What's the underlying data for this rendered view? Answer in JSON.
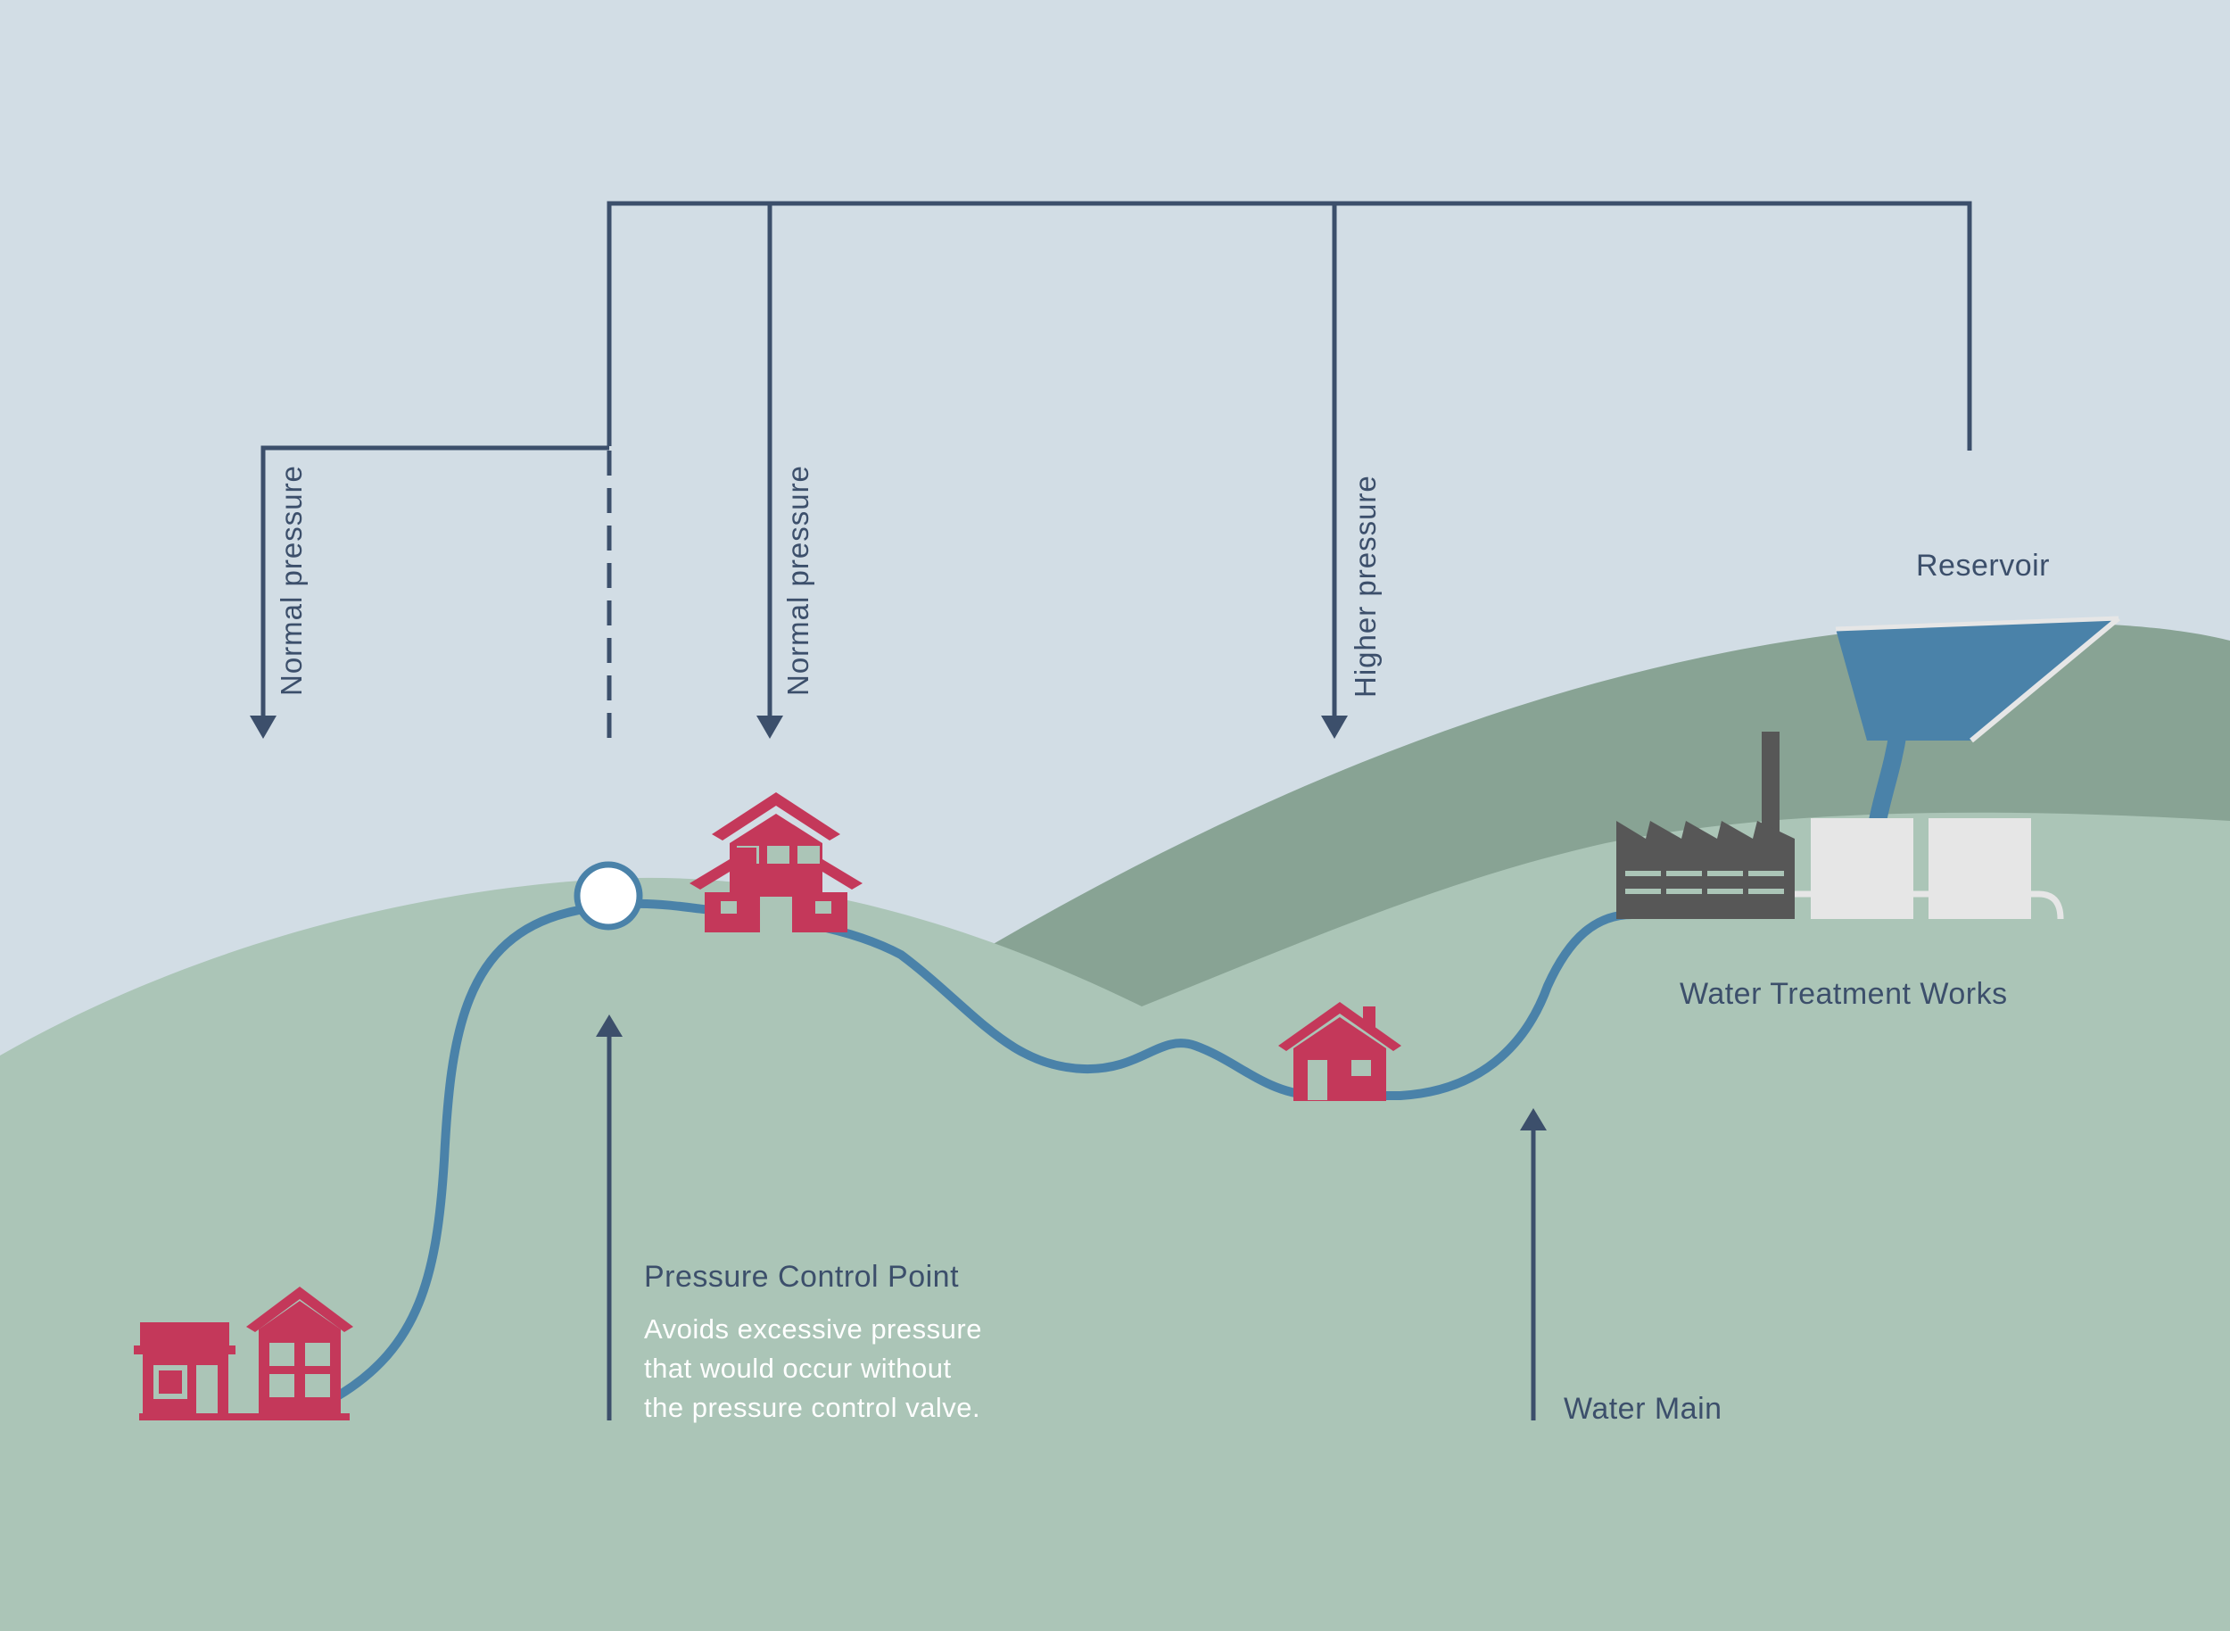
{
  "labels": {
    "normal_pressure_left": "Normal pressure",
    "normal_pressure_mid": "Normal pressure",
    "higher_pressure": "Higher pressure",
    "reservoir": "Reservoir",
    "water_treatment_works": "Water Treatment Works",
    "pressure_control_point": "Pressure Control Point",
    "pcp_description": [
      "Avoids excessive pressure",
      "that would occur without",
      "the pressure control valve."
    ],
    "water_main": "Water Main"
  },
  "colors": {
    "sky": "#d2dde5",
    "hill_front": "#abc5b7",
    "hill_back": "#88a394",
    "pipe": "#4a82a9",
    "reservoir_water": "#4a82a9",
    "house": "#c4385a",
    "factory": "#575757",
    "tank": "#e6e6e6",
    "lines_and_text": "#3c4f6b"
  },
  "icons": [
    "house-icon",
    "large-house-icon",
    "factory-icon",
    "reservoir-icon",
    "pressure-valve-icon"
  ]
}
